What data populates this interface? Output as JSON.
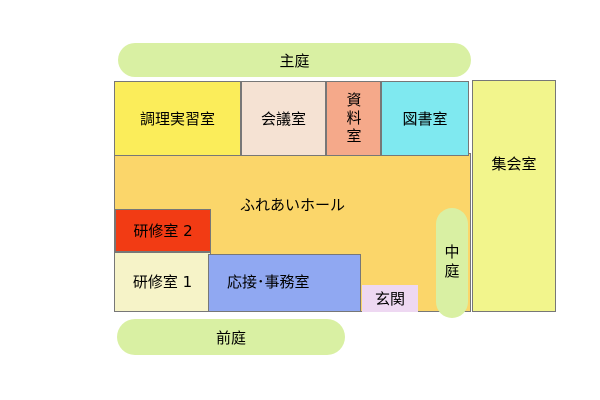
{
  "gardens": {
    "main": "主庭",
    "front": "前庭",
    "middle": "中庭"
  },
  "rooms": {
    "cooking": "調理実習室",
    "meeting": "会議室",
    "archive": "資料室",
    "library": "図書室",
    "assembly": "集会室",
    "hall": "ふれあいホール",
    "training2": "研修室 2",
    "training1": "研修室 1",
    "reception": "応接･事務室",
    "entrance": "玄関"
  },
  "colors": {
    "garden": "#d9f0a3",
    "hall": "#fbd66a",
    "cooking": "#fbed5a",
    "meeting": "#f5e2d3",
    "archive": "#f5a98a",
    "library": "#7fe9f0",
    "assembly": "#f2f58c",
    "training2": "#f23b14",
    "training1": "#f6f3c8",
    "reception": "#90a8f2",
    "entrance": "#eed8f2"
  }
}
